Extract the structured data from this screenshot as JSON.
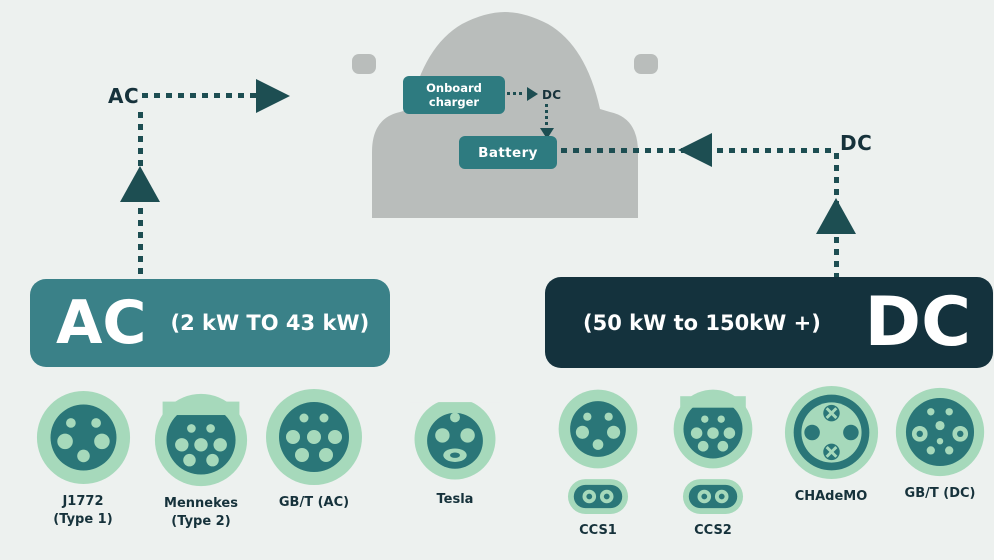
{
  "car": {
    "onboard_charger": "Onboard charger",
    "battery": "Battery"
  },
  "labels": {
    "ac_flow": "AC",
    "dc_flow_small": "DC",
    "dc_flow_right": "DC"
  },
  "banners": {
    "ac": {
      "name": "AC",
      "range": "(2 kW TO 43 kW)"
    },
    "dc": {
      "name": "DC",
      "range": "(50 kW to 150kW +)"
    }
  },
  "connectors": {
    "ac": [
      {
        "label": "J1772\n(Type 1)",
        "icon": "j1772-icon"
      },
      {
        "label": "Mennekes\n(Type 2)",
        "icon": "mennekes-icon"
      },
      {
        "label": "GB/T (AC)",
        "icon": "gbt-ac-icon"
      },
      {
        "label": "Tesla",
        "icon": "tesla-icon"
      }
    ],
    "dc": [
      {
        "label": "CCS1",
        "icon": "ccs1-icon"
      },
      {
        "label": "CCS2",
        "icon": "ccs2-icon"
      },
      {
        "label": "CHAdeMO",
        "icon": "chademo-icon"
      },
      {
        "label": "GB/T (DC)",
        "icon": "gbt-dc-icon"
      }
    ]
  },
  "colors": {
    "ac_banner": "#3a8188",
    "dc_banner": "#14323d",
    "connector_light": "#a6d9bb",
    "connector_teal": "#2a7678",
    "arrow": "#1d4e52",
    "car_gray": "#b9bdbb",
    "box_teal": "#2e7b80",
    "background": "#edf1ef"
  }
}
